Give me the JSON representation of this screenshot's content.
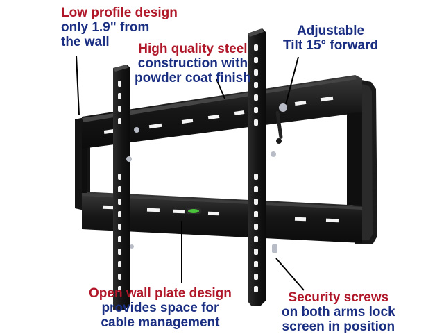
{
  "colors": {
    "red_text": "#b0182a",
    "navy_text": "#1b2f82",
    "bracket": "#141414",
    "bracket_highlight": "#3a3a3a",
    "bubble_level": "#49c43a",
    "background": "#ffffff"
  },
  "callouts": {
    "low_profile": {
      "lines": [
        "Low profile design",
        "only 1.9\" from",
        "the wall"
      ]
    },
    "steel": {
      "lines": [
        "High quality steel",
        "construction with",
        "powder coat finish"
      ]
    },
    "tilt": {
      "lines": [
        "Adjustable",
        "Tilt 15° forward"
      ]
    },
    "wall_plate": {
      "lines": [
        "Open wall plate design",
        "provides space for",
        "cable management"
      ]
    },
    "security": {
      "lines": [
        "Security screws",
        "on both arms lock",
        "screen in position"
      ]
    }
  }
}
